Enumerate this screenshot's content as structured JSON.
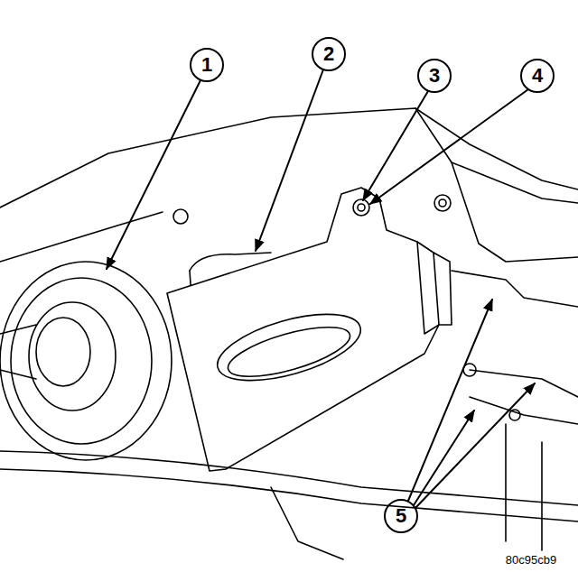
{
  "diagram": {
    "labels": [
      "1",
      "2",
      "3",
      "4",
      "5",
      "80c95cb9"
    ]
  }
}
